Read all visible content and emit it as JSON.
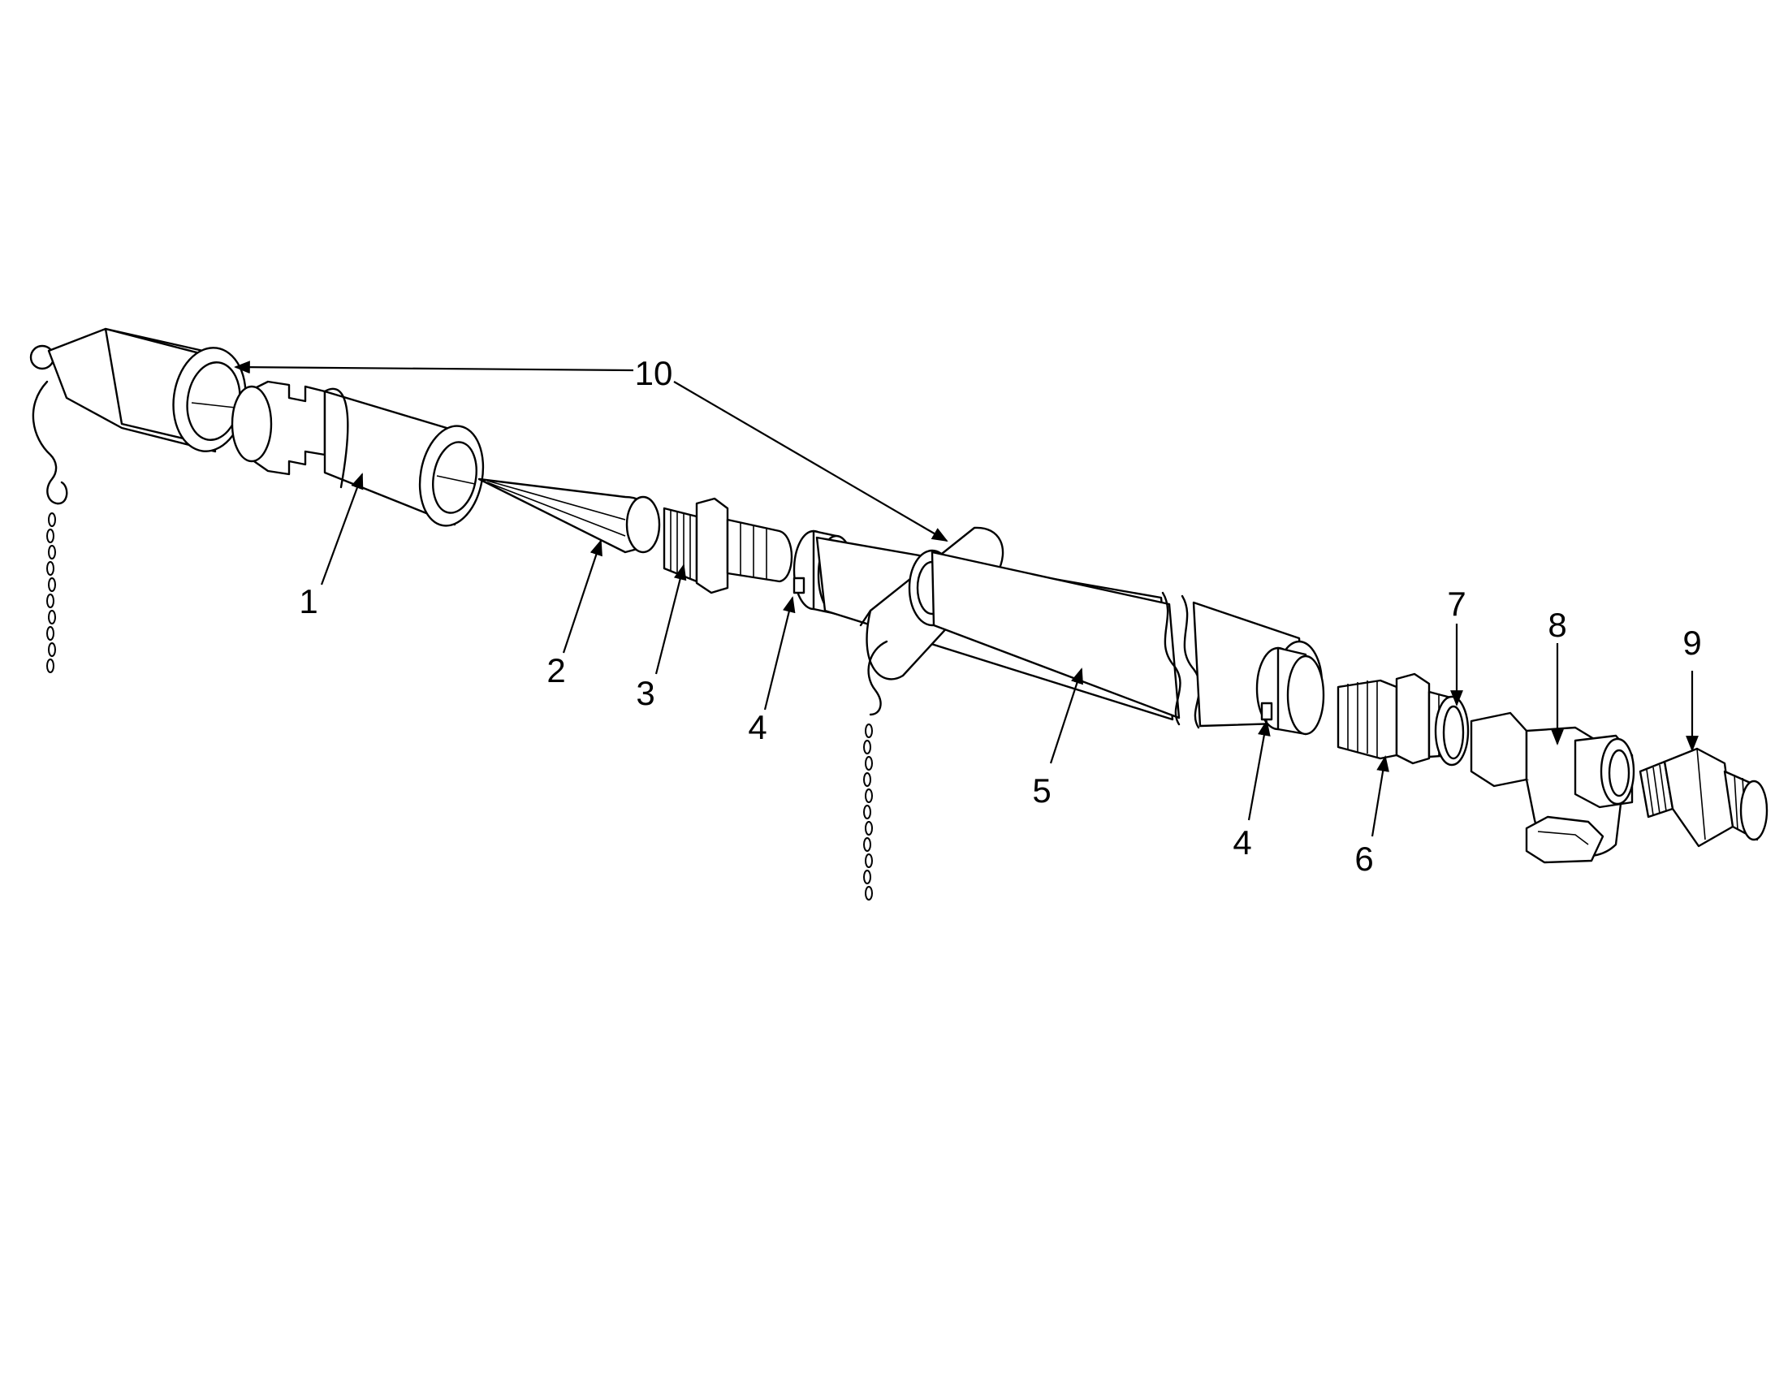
{
  "callouts": [
    {
      "id": "1",
      "text": "1"
    },
    {
      "id": "2",
      "text": "2"
    },
    {
      "id": "3",
      "text": "3"
    },
    {
      "id": "4a",
      "text": "4"
    },
    {
      "id": "4b",
      "text": "4"
    },
    {
      "id": "5",
      "text": "5"
    },
    {
      "id": "6",
      "text": "6"
    },
    {
      "id": "7",
      "text": "7"
    },
    {
      "id": "8",
      "text": "8"
    },
    {
      "id": "9",
      "text": "9"
    },
    {
      "id": "10",
      "text": "10"
    }
  ]
}
